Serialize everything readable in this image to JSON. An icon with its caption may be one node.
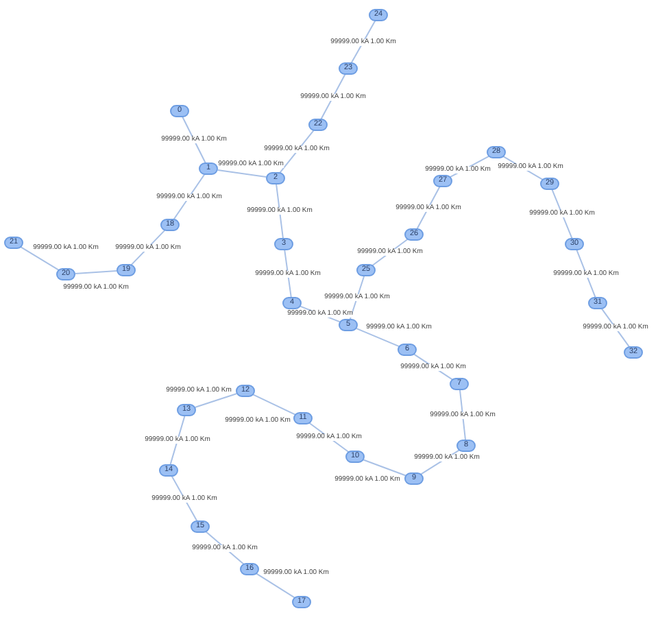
{
  "diagram": {
    "nodes": [
      {
        "text": [
          "0"
        ]
      },
      {
        "text": [
          "1"
        ]
      },
      {
        "text": [
          "2"
        ]
      },
      {
        "text": [
          "3"
        ]
      },
      {
        "text": [
          "4"
        ]
      },
      {
        "text": [
          "5"
        ]
      },
      {
        "text": [
          "6"
        ]
      },
      {
        "text": [
          "7"
        ]
      },
      {
        "text": [
          "8"
        ]
      },
      {
        "text": [
          "9"
        ]
      },
      {
        "text": [
          "10"
        ]
      },
      {
        "text": [
          "11"
        ]
      },
      {
        "text": [
          "12"
        ]
      },
      {
        "text": [
          "13"
        ]
      },
      {
        "text": [
          "14"
        ]
      },
      {
        "text": [
          "15"
        ]
      },
      {
        "text": [
          "16"
        ]
      },
      {
        "text": [
          "17"
        ]
      },
      {
        "text": [
          "18"
        ]
      },
      {
        "text": [
          "19"
        ]
      },
      {
        "text": [
          "20"
        ]
      },
      {
        "text": [
          "21"
        ]
      },
      {
        "text": [
          "22"
        ]
      },
      {
        "text": [
          "23"
        ]
      },
      {
        "text": [
          "24"
        ]
      },
      {
        "text": [
          "25"
        ]
      },
      {
        "text": [
          "26"
        ]
      },
      {
        "text": [
          "27"
        ]
      },
      {
        "text": [
          "28"
        ]
      },
      {
        "text": [
          "29"
        ]
      },
      {
        "text": [
          "30"
        ]
      },
      {
        "text": [
          "31"
        ]
      },
      {
        "text": [
          "32"
        ]
      }
    ],
    "edges": [
      {
        "from": 0,
        "to": 1,
        "arrow": "none",
        "label": "99999.00 kA 1.00 Km"
      },
      {
        "from": 1,
        "to": 2,
        "arrow": "none",
        "label": "99999.00 kA 1.00 Km"
      },
      {
        "from": 1,
        "to": 18,
        "arrow": "none",
        "label": "99999.00 kA 1.00 Km"
      },
      {
        "from": 18,
        "to": 19,
        "arrow": "none",
        "label": "99999.00 kA 1.00 Km"
      },
      {
        "from": 19,
        "to": 20,
        "arrow": "none",
        "label": "99999.00 kA 1.00 Km"
      },
      {
        "from": 20,
        "to": 21,
        "arrow": "none",
        "label": "99999.00 kA 1.00 Km"
      },
      {
        "from": 2,
        "to": 22,
        "arrow": "none",
        "label": "99999.00 kA 1.00 Km"
      },
      {
        "from": 22,
        "to": 23,
        "arrow": "none",
        "label": "99999.00 kA 1.00 Km"
      },
      {
        "from": 23,
        "to": 24,
        "arrow": "none",
        "label": "99999.00 kA 1.00 Km"
      },
      {
        "from": 2,
        "to": 3,
        "arrow": "none",
        "label": "99999.00 kA 1.00 Km"
      },
      {
        "from": 3,
        "to": 4,
        "arrow": "none",
        "label": "99999.00 kA 1.00 Km"
      },
      {
        "from": 4,
        "to": 5,
        "arrow": "none",
        "label": "99999.00 kA 1.00 Km"
      },
      {
        "from": 5,
        "to": 25,
        "arrow": "none",
        "label": "99999.00 kA 1.00 Km"
      },
      {
        "from": 25,
        "to": 26,
        "arrow": "none",
        "label": "99999.00 kA 1.00 Km"
      },
      {
        "from": 26,
        "to": 27,
        "arrow": "none",
        "label": "99999.00 kA 1.00 Km"
      },
      {
        "from": 27,
        "to": 28,
        "arrow": "none",
        "label": "99999.00 kA 1.00 Km"
      },
      {
        "from": 28,
        "to": 29,
        "arrow": "none",
        "label": "99999.00 kA 1.00 Km"
      },
      {
        "from": 29,
        "to": 30,
        "arrow": "none",
        "label": "99999.00 kA 1.00 Km"
      },
      {
        "from": 30,
        "to": 31,
        "arrow": "none",
        "label": "99999.00 kA 1.00 Km"
      },
      {
        "from": 31,
        "to": 32,
        "arrow": "none",
        "label": "99999.00 kA 1.00 Km"
      },
      {
        "from": 5,
        "to": 6,
        "arrow": "none",
        "label": "99999.00 kA 1.00 Km"
      },
      {
        "from": 6,
        "to": 7,
        "arrow": "none",
        "label": "99999.00 kA 1.00 Km"
      },
      {
        "from": 7,
        "to": 8,
        "arrow": "none",
        "label": "99999.00 kA 1.00 Km"
      },
      {
        "from": 8,
        "to": 9,
        "arrow": "none",
        "label": "99999.00 kA 1.00 Km"
      },
      {
        "from": 9,
        "to": 10,
        "arrow": "none",
        "label": "99999.00 kA 1.00 Km"
      },
      {
        "from": 10,
        "to": 11,
        "arrow": "none",
        "label": "99999.00 kA 1.00 Km"
      },
      {
        "from": 11,
        "to": 12,
        "arrow": "none",
        "label": "99999.00 kA 1.00 Km"
      },
      {
        "from": 12,
        "to": 13,
        "arrow": "none",
        "label": "99999.00 kA 1.00 Km"
      },
      {
        "from": 13,
        "to": 14,
        "arrow": "none",
        "label": "99999.00 kA 1.00 Km"
      },
      {
        "from": 14,
        "to": 15,
        "arrow": "none",
        "label": "99999.00 kA 1.00 Km"
      },
      {
        "from": 15,
        "to": 16,
        "arrow": "none",
        "label": "99999.00 kA 1.00 Km"
      },
      {
        "from": 16,
        "to": 17,
        "arrow": "none",
        "label": "99999.00 kA 1.00 Km"
      }
    ]
  }
}
